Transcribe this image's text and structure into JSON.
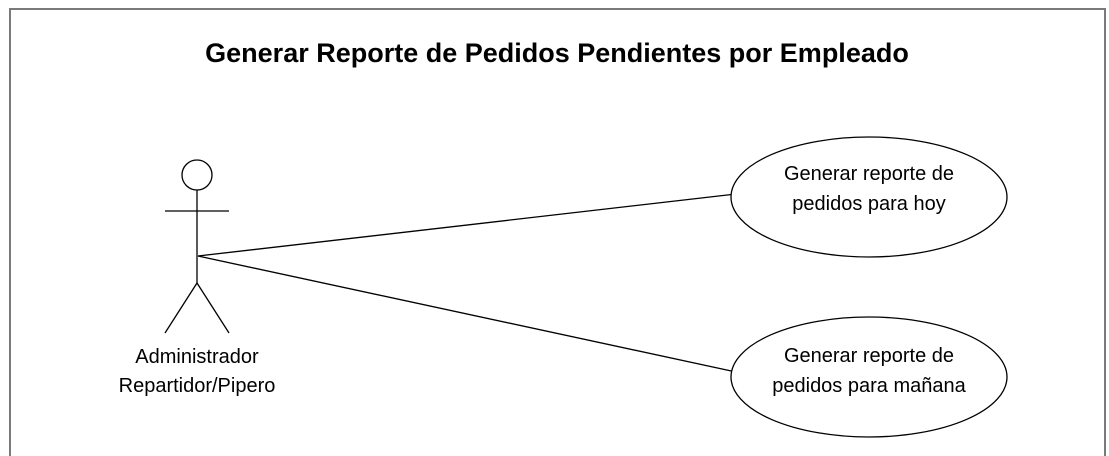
{
  "diagram": {
    "title": "Generar Reporte de Pedidos Pendientes por Empleado",
    "actor": {
      "name_line_1": "Administrador",
      "name_line_2": "Repartidor/Pipero"
    },
    "use_cases": [
      {
        "line_1": "Generar reporte de",
        "line_2": "pedidos para hoy"
      },
      {
        "line_1": "Generar reporte de",
        "line_2": "pedidos para mañana"
      }
    ],
    "associations": [
      {
        "from": "actor",
        "to": "use_cases.0"
      },
      {
        "from": "actor",
        "to": "use_cases.1"
      }
    ]
  }
}
